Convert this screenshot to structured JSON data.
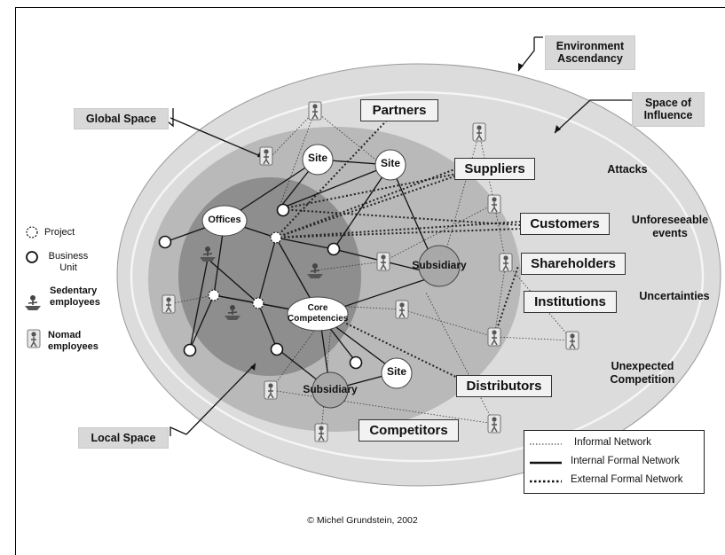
{
  "labels": {
    "environment": "Environment Ascendancy",
    "space_of_influence": "Space of Influence",
    "global_space": "Global Space",
    "local_space": "Local Space"
  },
  "entities": {
    "partners": "Partners",
    "suppliers": "Suppliers",
    "customers": "Customers",
    "shareholders": "Shareholders",
    "institutions": "Institutions",
    "distributors": "Distributors",
    "competitors": "Competitors"
  },
  "external_factors": {
    "attacks": "Attacks",
    "unforeseeable": "Unforeseeable events",
    "uncertainties": "Uncertainties",
    "unexpected": "Unexpected Competition"
  },
  "nodes": {
    "site": "Site",
    "offices": "Offices",
    "subsidiary": "Subsidiary",
    "core": "Core Competencies"
  },
  "key": {
    "project": "Project",
    "business_unit": "Business Unit",
    "sedentary": "Sedentary employees",
    "nomad": "Nomad employees"
  },
  "networks": {
    "informal": "Informal Network",
    "internal": "Internal Formal Network",
    "external": "External Formal Network"
  },
  "copyright": "© Michel Grundstein, 2002",
  "colors": {
    "outer_ellipse": "#dcdcdc",
    "global_space": "#b9b9b9",
    "local_space": "#8e8e8e",
    "label_box": "#d8d8d8",
    "entity_box": "#f2f2f2"
  }
}
